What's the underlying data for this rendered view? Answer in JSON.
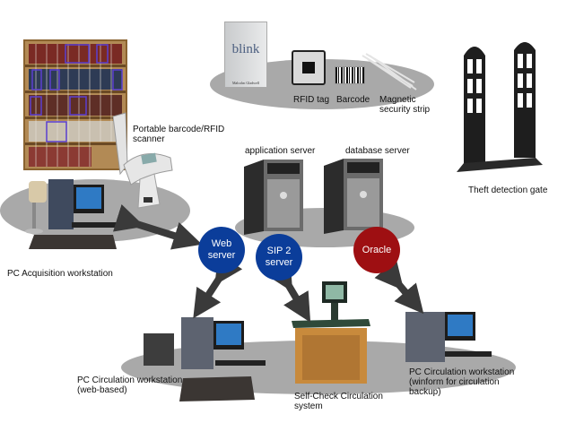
{
  "diagram": {
    "items": {
      "portable_scanner": "Portable barcode/RFID\nscanner",
      "book_title": "blink",
      "book_author": "Malcolm Gladwell",
      "rfid_tag": "RFID tag",
      "barcode": "Barcode",
      "magnetic_strip": "Magnetic\nsecurity strip",
      "theft_gate": "Theft detection gate",
      "application_server": "application server",
      "database_server": "database server",
      "acquisition_workstation": "PC Acquisition workstation",
      "circulation_web": "PC Circulation workstation\n(web-based)",
      "self_check": "Self-Check Circulation\nsystem",
      "circulation_winform": "PC Circulation workstation\n(winform for circulation\nbackup)"
    },
    "nodes": {
      "web_server": "Web\nserver",
      "sip2_server": "SIP 2\nserver",
      "oracle": "Oracle"
    },
    "connections": [
      {
        "from": "acquisition_workstation",
        "to": "web_server",
        "type": "bidirectional"
      },
      {
        "from": "web_server",
        "to": "circulation_web",
        "type": "bidirectional"
      },
      {
        "from": "sip2_server",
        "to": "self_check",
        "type": "bidirectional"
      },
      {
        "from": "oracle",
        "to": "circulation_winform",
        "type": "bidirectional"
      }
    ],
    "colors": {
      "node_blue": "#0b3d9a",
      "node_red": "#9e0f12",
      "arrow": "#3a3a3a",
      "platform": "#a9a9a9"
    }
  }
}
